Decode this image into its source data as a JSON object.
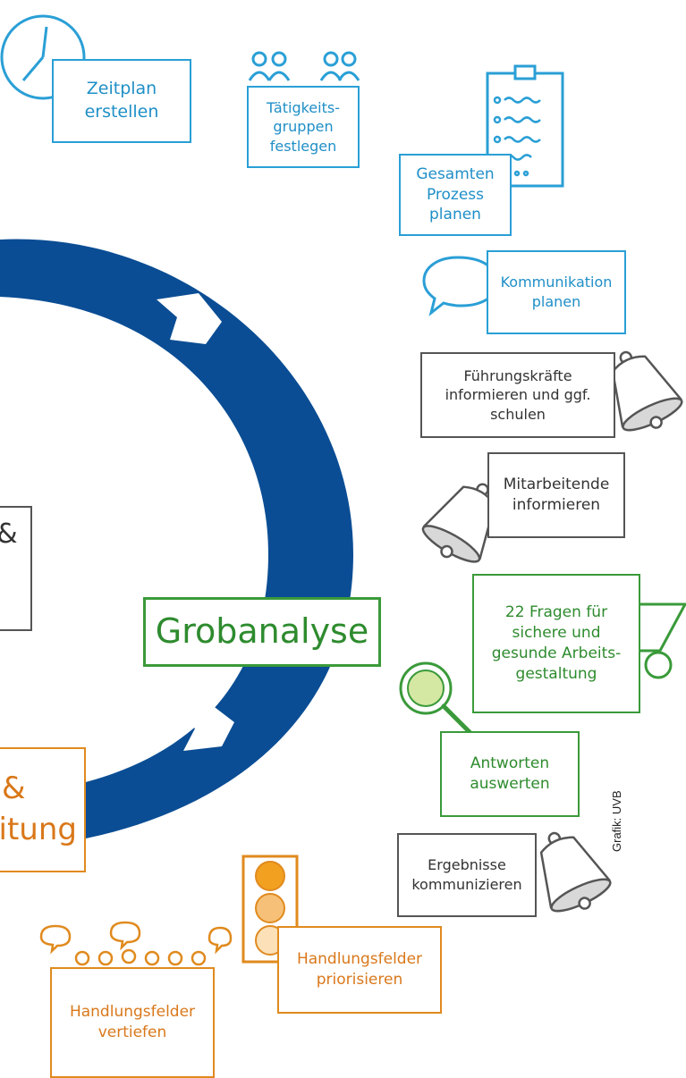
{
  "colors": {
    "ring": "#0a4d94",
    "blue": "#2a9fd6",
    "gray": "#555555",
    "green": "#3a9a3a",
    "orange": "#e08a1e"
  },
  "boxes": {
    "zeitplan": [
      "Zeitplan",
      "erstellen"
    ],
    "taetigkeit": [
      "Tätigkeits-",
      "gruppen",
      "festlegen"
    ],
    "prozess": [
      "Gesamten",
      "Prozess",
      "planen"
    ],
    "kommunikation": [
      "Kommunikation",
      "planen"
    ],
    "fuehrung": [
      "Führungskräfte",
      "informieren und ggf.",
      "schulen"
    ],
    "mitarbeitende": [
      "Mitarbeitende",
      "informieren"
    ],
    "grobanalyse": "Grobanalyse",
    "fragen": [
      "22 Fragen für",
      "sichere und",
      "gesunde Arbeits-",
      "gestaltung"
    ],
    "antworten": [
      "Antworten",
      "auswerten"
    ],
    "ergebnisse": [
      "Ergebnisse",
      "kommunizieren"
    ],
    "priorisieren": [
      "Handlungsfelder",
      "priorisieren"
    ],
    "vertiefen": [
      "Handlungsfelder",
      "vertiefen"
    ],
    "left_gray_partial": "&",
    "left_orange_partial": [
      "&",
      "itung"
    ]
  },
  "icons": [
    "clock-icon",
    "people-icon",
    "checklist-icon",
    "speech-bubble-icon",
    "bell-icon",
    "truck-icon",
    "magnifier-icon",
    "traffic-light-icon",
    "group-discussion-icon"
  ],
  "credit": "Grafik: UVB"
}
